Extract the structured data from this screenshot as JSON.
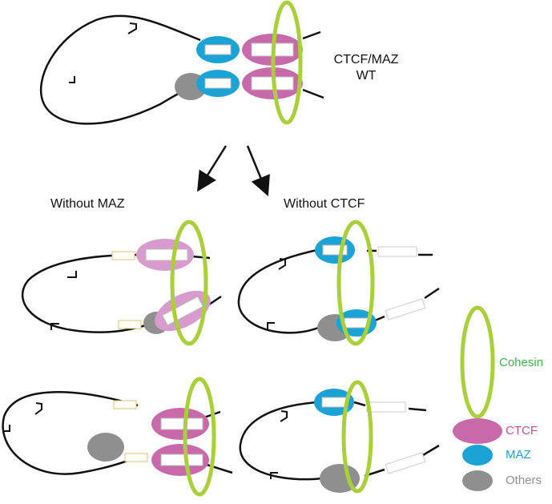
{
  "labels": {
    "wt_line1": "CTCF/MAZ",
    "wt_line2": "WT",
    "without_maz": "Without MAZ",
    "without_ctcf": "Without CTCF"
  },
  "legend": {
    "cohesin": "Cohesin",
    "ctcf": "CTCF",
    "maz": "MAZ",
    "others": "Others"
  },
  "colors": {
    "cohesin": "#a9cf3a",
    "ctcf": "#c86aa9",
    "ctcf_light": "#d79ccd",
    "maz": "#1aa3d4",
    "others": "#8f8f8f",
    "dna": "#111111"
  }
}
